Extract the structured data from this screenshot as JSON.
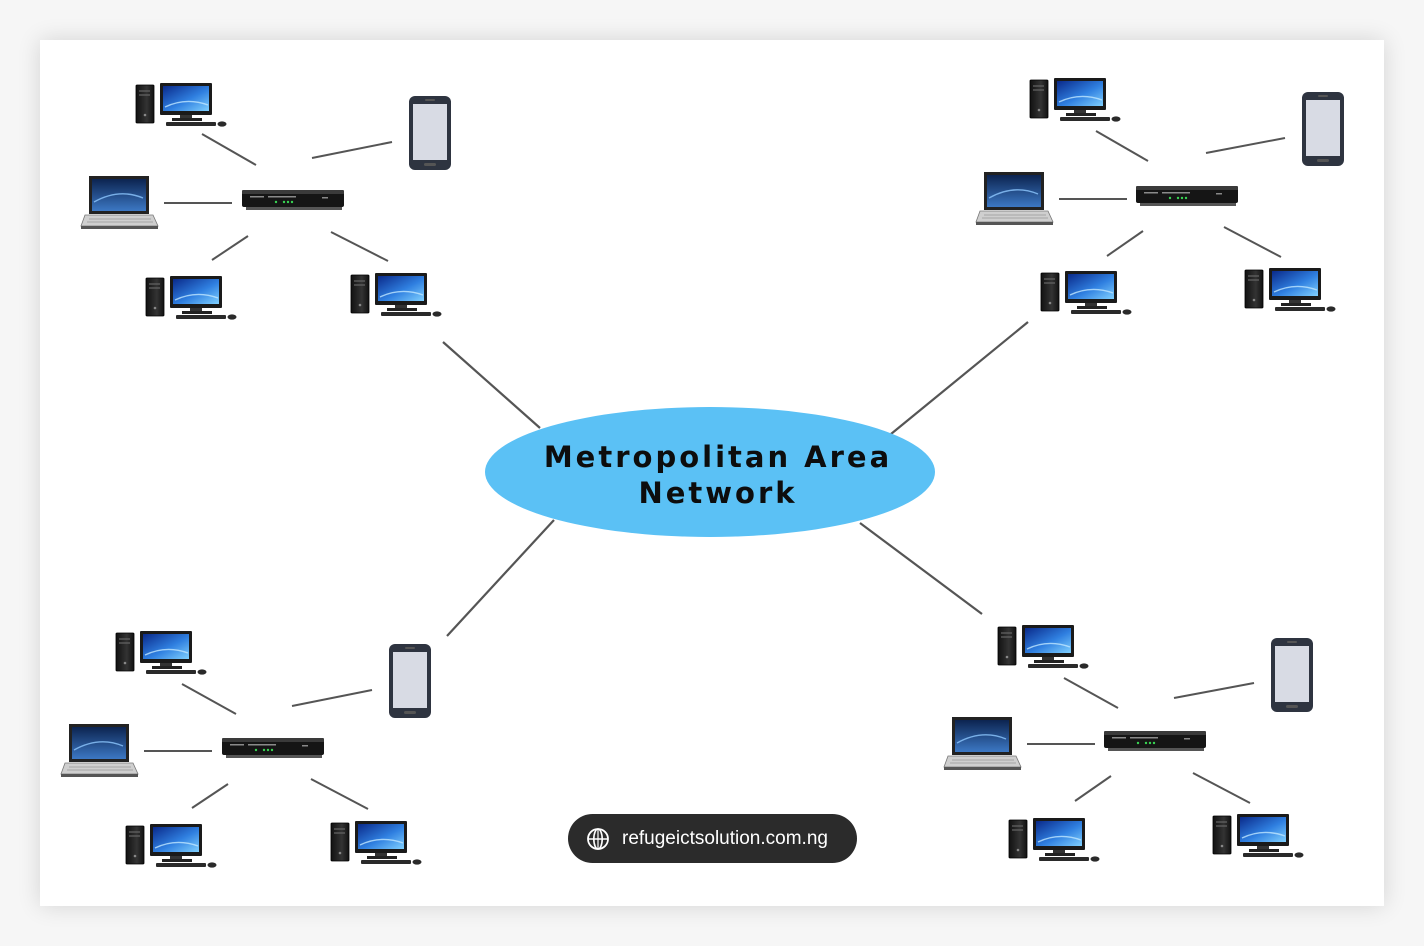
{
  "diagram": {
    "center_label_line1": "Metropolitan Area",
    "center_label_line2": "Network",
    "center_fill": "#5bc1f5",
    "link_color": "#555555",
    "groups": [
      {
        "name": "top-left",
        "nodes": [
          "desktop",
          "mobile-phone",
          "laptop",
          "router",
          "desktop",
          "desktop"
        ]
      },
      {
        "name": "top-right",
        "nodes": [
          "desktop",
          "mobile-phone",
          "laptop",
          "router",
          "desktop",
          "desktop"
        ]
      },
      {
        "name": "bottom-left",
        "nodes": [
          "desktop",
          "mobile-phone",
          "laptop",
          "router",
          "desktop",
          "desktop"
        ]
      },
      {
        "name": "bottom-right",
        "nodes": [
          "desktop",
          "mobile-phone",
          "laptop",
          "router",
          "desktop",
          "desktop"
        ]
      }
    ]
  },
  "source_badge": {
    "icon": "globe-icon",
    "text": "refugeictsolution.com.ng"
  }
}
